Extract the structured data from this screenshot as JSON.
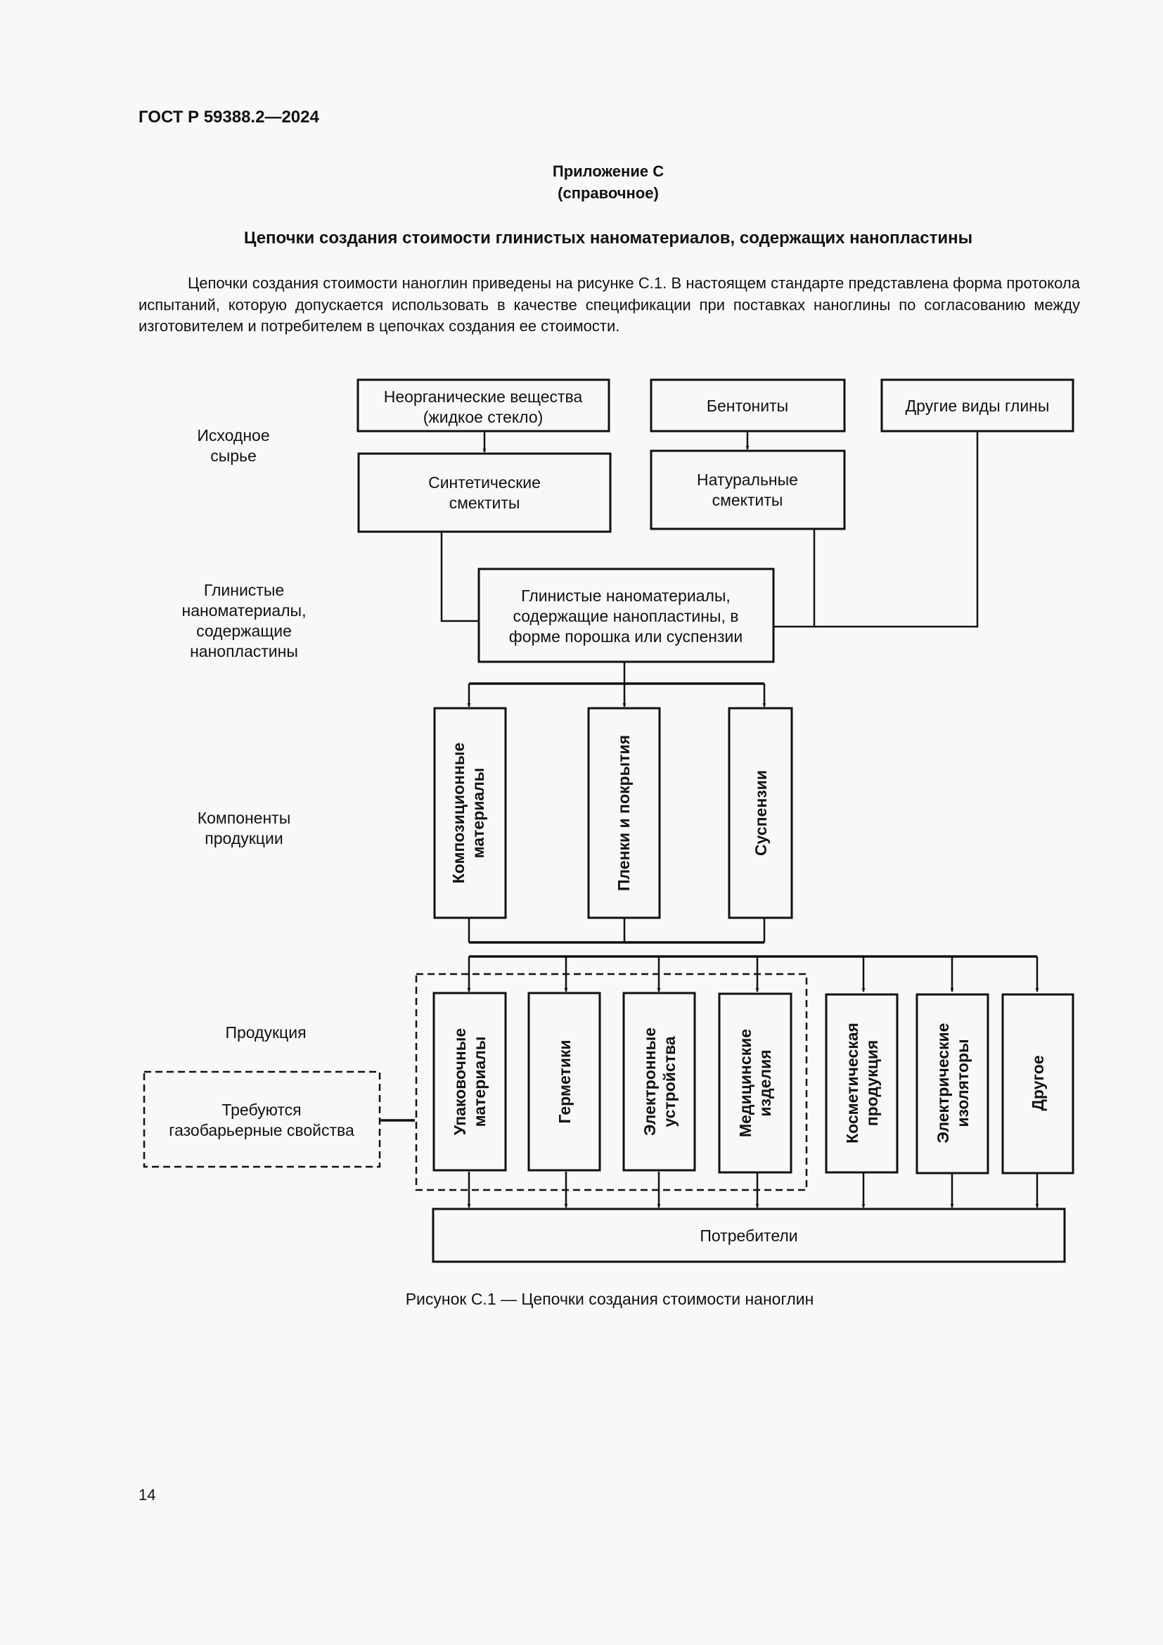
{
  "header": {
    "doc_id": "ГОСТ Р 59388.2—2024"
  },
  "appendix": {
    "title": "Приложение С",
    "subtitle": "(справочное)"
  },
  "section_title": "Цепочки создания стоимости глинистых наноматериалов, содержащих нанопластины",
  "paragraph": "Цепочки создания стоимости наноглин приведены на рисунке С.1. В настоящем стандарте представлена форма протокола испытаний, которую допускается использовать в качестве спецификации при поставках наноглины по согласованию между изготовителем и потребителем в цепочках создания ее стоимости.",
  "diagram": {
    "row_labels": {
      "raw": [
        "Исходное",
        "сырье"
      ],
      "nano": [
        "Глинистые",
        "наноматериалы,",
        "содержащие",
        "нанопластины"
      ],
      "components": [
        "Компоненты",
        "продукции"
      ],
      "products": "Продукция"
    },
    "raw": {
      "inorganic": [
        "Неорганические вещества",
        "(жидкое стекло)"
      ],
      "bentonite": "Бентониты",
      "other_clays": "Другие виды глины",
      "synthetic": [
        "Синтетические",
        "смектиты"
      ],
      "natural": [
        "Натуральные",
        "смектиты"
      ]
    },
    "nanomaterial": [
      "Глинистые наноматериалы,",
      "содержащие нанопластины, в",
      "форме порошка или суспензии"
    ],
    "components": [
      [
        "Композиционные",
        "материалы"
      ],
      [
        "Пленки и покрытия"
      ],
      [
        "Суспензии"
      ]
    ],
    "products": [
      [
        "Упаковочные",
        "материалы"
      ],
      [
        "Герметики"
      ],
      [
        "Электронные",
        "устройства"
      ],
      [
        "Медицинские",
        "изделия"
      ],
      [
        "Косметическая",
        "продукция"
      ],
      [
        "Электрические",
        "изоляторы"
      ],
      [
        "Другое"
      ]
    ],
    "gas_barrier": [
      "Требуются",
      "газобарьерные свойства"
    ],
    "consumers": "Потребители"
  },
  "caption": "Рисунок С.1 — Цепочки создания стоимости наноглин",
  "page_number": "14"
}
